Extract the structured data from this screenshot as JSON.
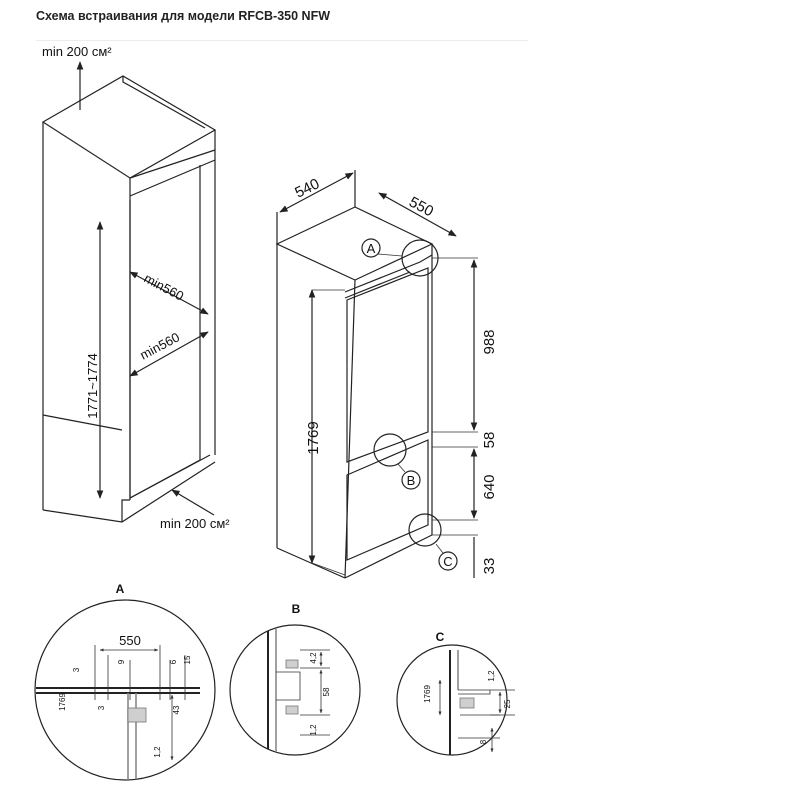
{
  "title": "Схема встраивания для модели RFCB-350 NFW",
  "niche": {
    "vent_top": "min 200 см²",
    "vent_bottom": "min 200 см²",
    "height": "1771~1774",
    "width": "min560",
    "depth": "min560"
  },
  "fridge": {
    "width": "540",
    "depth": "550",
    "height": "1769",
    "upper_door": "988",
    "gap": "58",
    "lower_door": "640",
    "bottom": "33"
  },
  "callouts": {
    "a": "A",
    "b": "B",
    "c": "C"
  },
  "details": {
    "a": {
      "title": "A",
      "dim_550": "550",
      "dim_3a": "3",
      "dim_9": "9",
      "dim_6": "6",
      "dim_15": "15",
      "dim_1769": "1769",
      "dim_3b": "3",
      "dim_43": "43",
      "dim_1_2": "1,2"
    },
    "b": {
      "title": "B",
      "dim_4_2": "4,2",
      "dim_58": "58",
      "dim_1_2": "1,2"
    },
    "c": {
      "title": "C",
      "dim_1769": "1769",
      "dim_1_2": "1,2",
      "dim_25": "25",
      "dim_8": "8"
    }
  }
}
